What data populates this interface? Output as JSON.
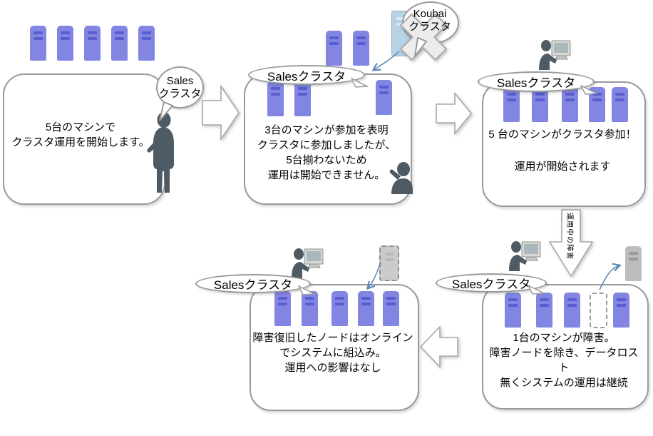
{
  "diagram": {
    "panel1": {
      "lines": [
        "5台のマシンで",
        "クラスタ運用を開始します。"
      ]
    },
    "panel2": {
      "lines": [
        "3台のマシンが参加を表明",
        "クラスタに参加しましたが、",
        "5台揃わないため",
        "運用は開始できません。"
      ]
    },
    "panel3": {
      "lines": [
        "5 台のマシンがクラスタ参加！",
        "運用が開始されます"
      ]
    },
    "panel4": {
      "lines": [
        "1台のマシンが障害。",
        "障害ノードを除き、データロスト",
        "無くシステムの運用は継続"
      ]
    },
    "panel5": {
      "lines": [
        "障害復旧したノードはオンライン",
        "でシステムに組込み。",
        "運用への影響はなし"
      ]
    },
    "callout_sales_round": {
      "lines": [
        "Sales",
        "クラスタ"
      ]
    },
    "callout_sales": "Salesクラスタ",
    "callout_koubai": {
      "lines": [
        "Koubai",
        "クラスタ"
      ]
    },
    "down_arrow_label": "運用中の障害"
  },
  "icons": [
    "server-icon",
    "failed-server-icon",
    "recovering-server-icon",
    "person-icon",
    "operator-computer-icon",
    "reject-cross-icon",
    "koubai-server-icon",
    "block-arrow-icon",
    "curved-arrow-icon"
  ],
  "colors": {
    "server_body": "#8285e2",
    "server_stripe": "#5a5dd0",
    "gray_server_body": "#bdbdbd",
    "teal_server_body": "#b7d2e3",
    "outline_gray": "#9a9a9a",
    "figure_gray": "#4f5b64",
    "blue_arrow": "#5b86b8"
  }
}
